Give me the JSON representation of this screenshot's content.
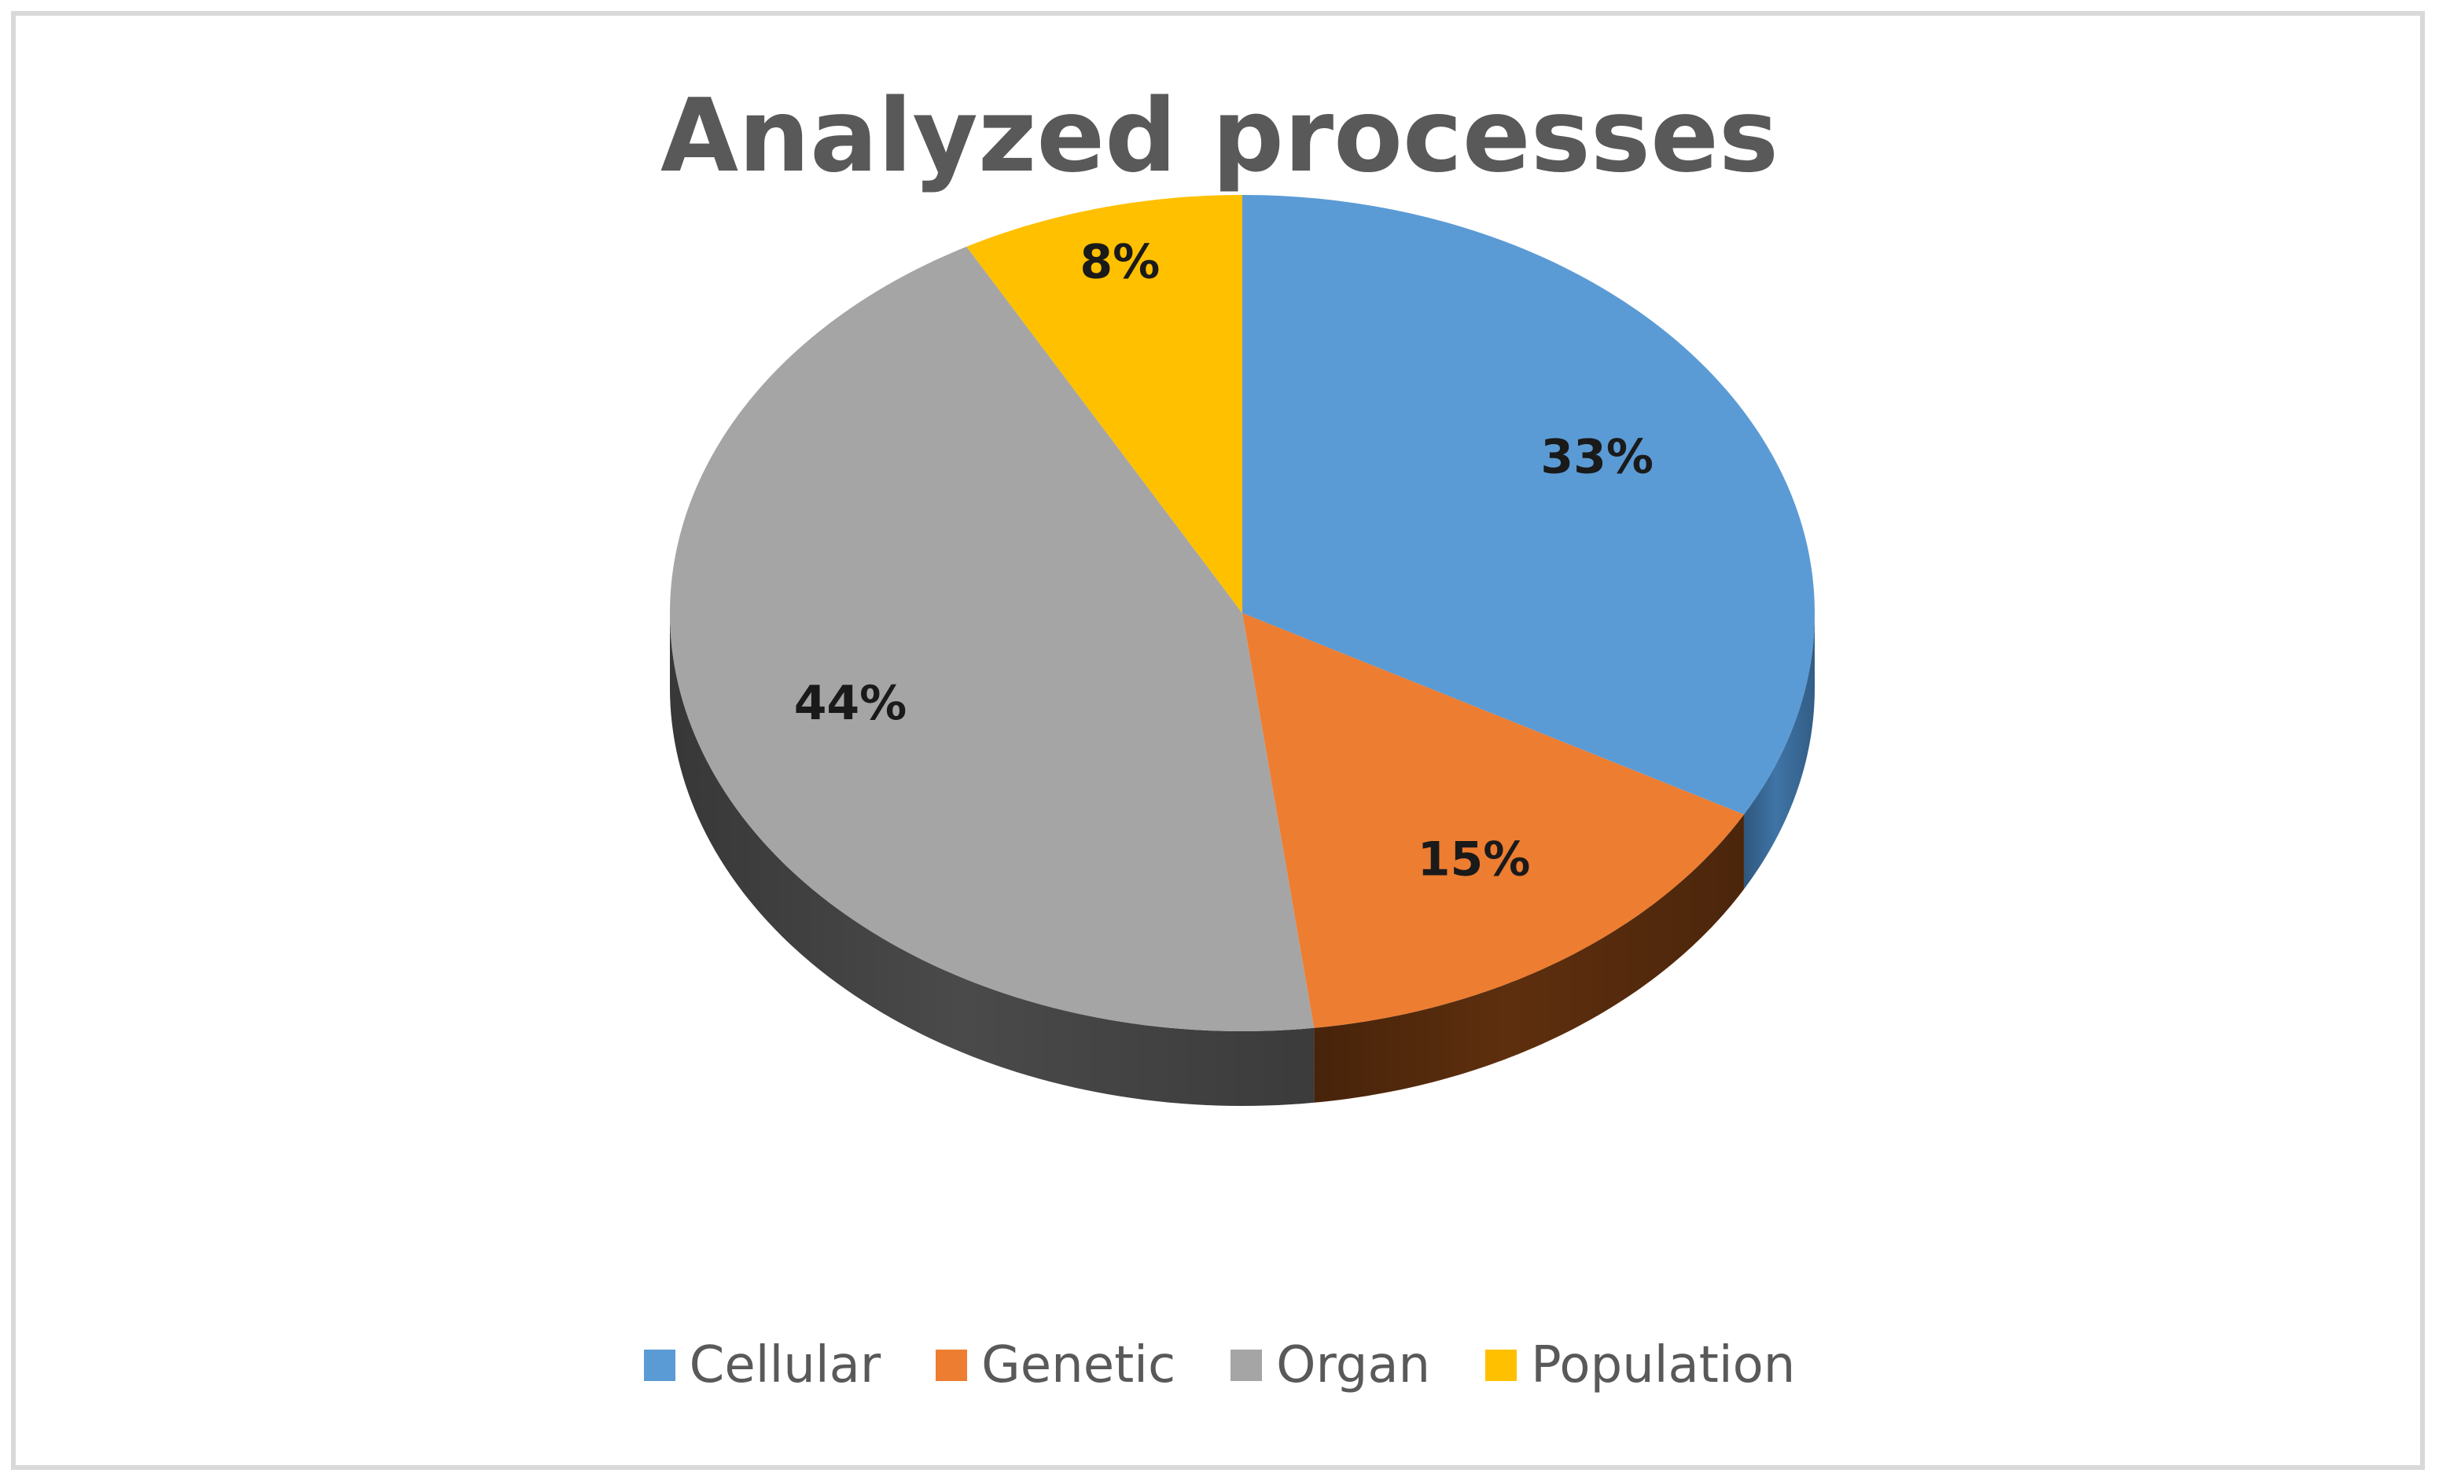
{
  "chart_data": {
    "type": "pie",
    "title": "Analyzed processes",
    "slices": [
      {
        "name": "Cellular",
        "value": 33,
        "label": "33%",
        "color": "#5b9bd5",
        "side_color": "#3f74a6"
      },
      {
        "name": "Genetic",
        "value": 15,
        "label": "15%",
        "color": "#ed7d31",
        "side_color": "#5e2f0e"
      },
      {
        "name": "Organ",
        "value": 44,
        "label": "44%",
        "color": "#a5a5a5",
        "side_color": "#4a4a4a"
      },
      {
        "name": "Population",
        "value": 8,
        "label": "8%",
        "color": "#ffc000",
        "side_color": "#8a6800"
      }
    ],
    "legend_position": "bottom",
    "style": "3d-tilted"
  }
}
